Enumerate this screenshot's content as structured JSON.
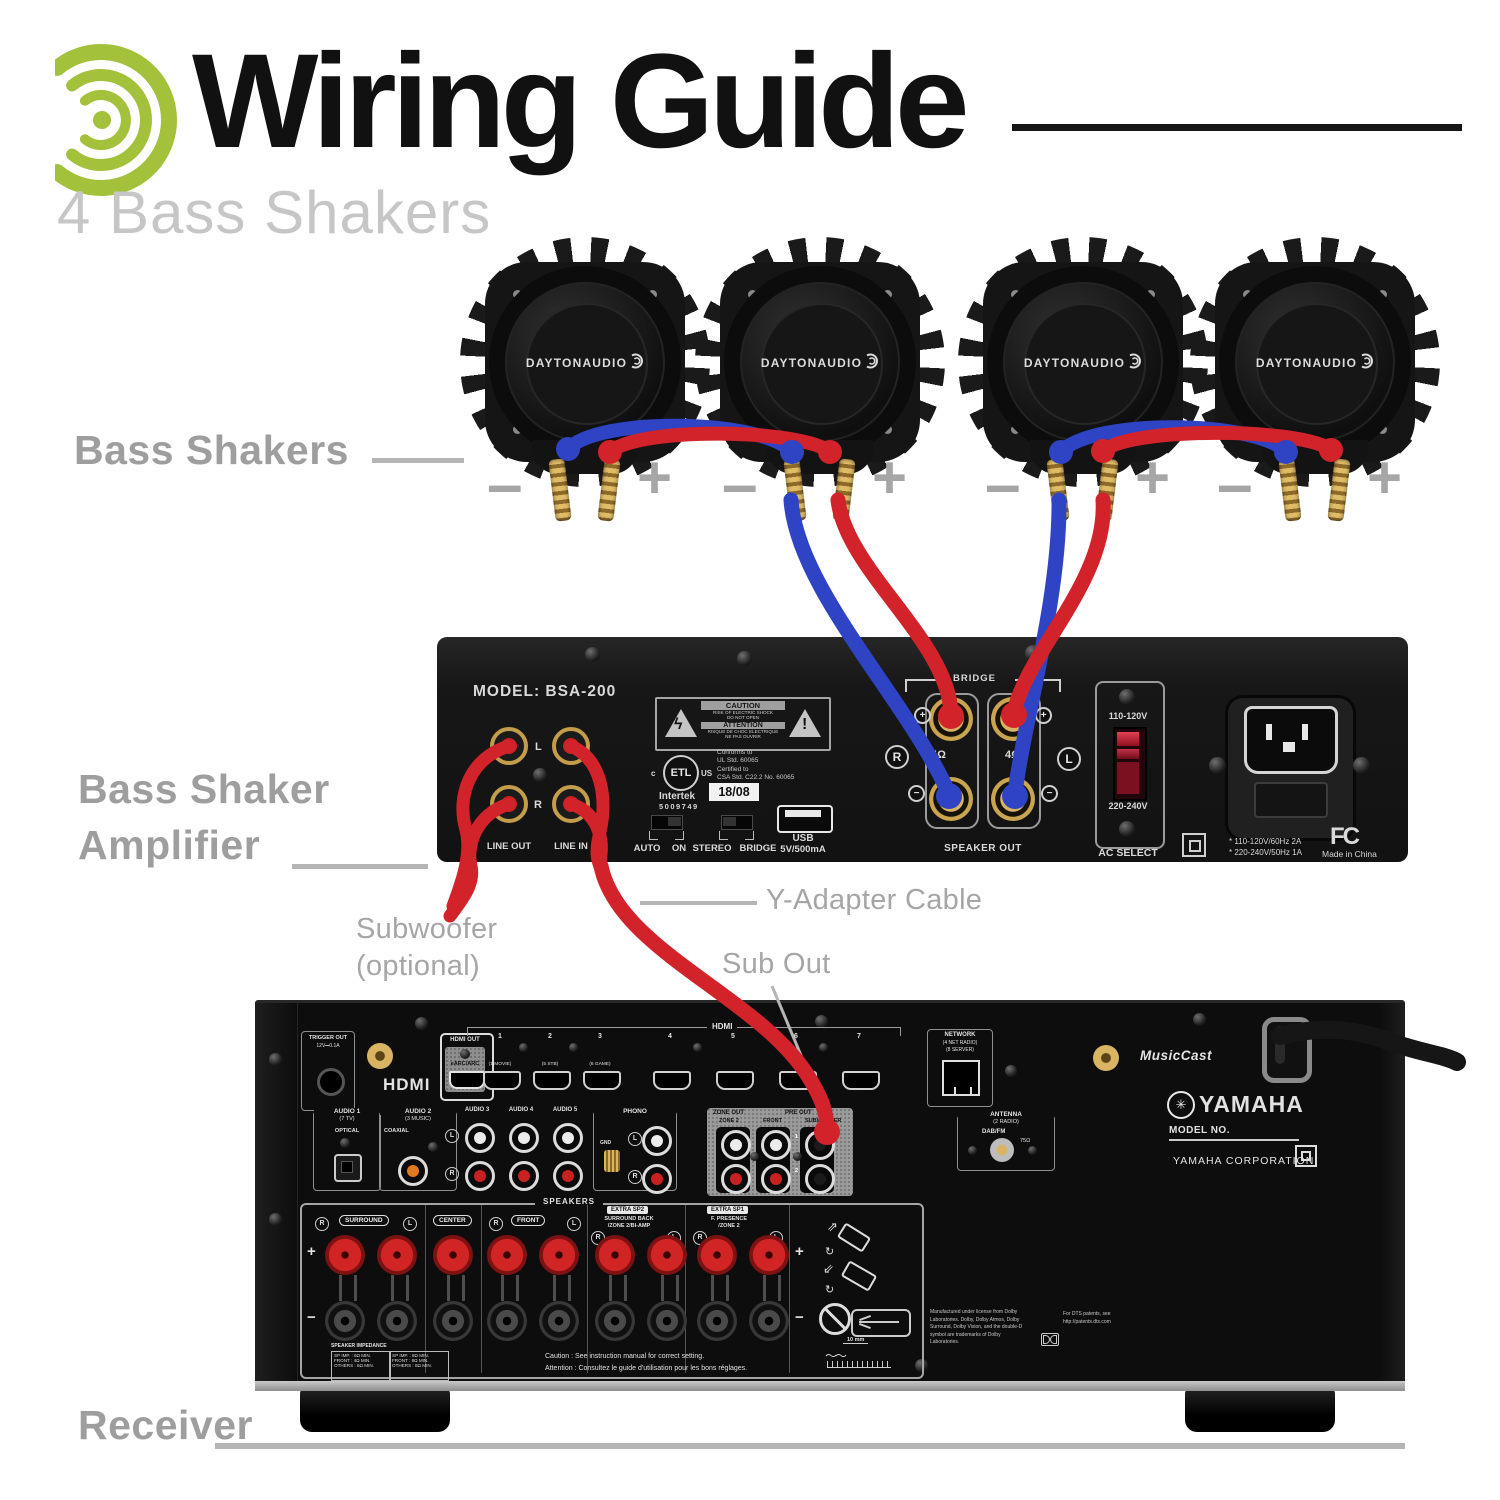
{
  "page": {
    "bg": "#ffffff",
    "accent_green": "#a3c13a",
    "wire_red": "#d2232a",
    "wire_blue": "#2e44c4",
    "label_gray": "#9e9e9e"
  },
  "header": {
    "title": "Wiring Guide",
    "subtitle": "4 Bass Shakers"
  },
  "side_labels": {
    "bass_shakers": "Bass Shakers",
    "amplifier_line1": "Bass Shaker",
    "amplifier_line2": "Amplifier",
    "receiver": "Receiver"
  },
  "annotations": {
    "subwoofer_line1": "Subwoofer",
    "subwoofer_line2": "(optional)",
    "y_adapter": "Y-Adapter Cable",
    "sub_out": "Sub Out"
  },
  "shaker": {
    "brand": "DAYTONAUDIO",
    "minus": "–",
    "plus": "+"
  },
  "amplifier": {
    "model": "MODEL: BSA-200",
    "caution_title": "CAUTION",
    "caution_line1": "RISK OF ELECTRIC SHOCK",
    "caution_line2": "DO NOT OPEN",
    "attention_title": "ATTENTION",
    "attention_line1": "RISQUE DE CHOC ELECTRIQUE",
    "attention_line2": "NE PAS OUVRIR",
    "etl": {
      "c": "c",
      "us": "US",
      "mark": "ETL",
      "name": "Intertek",
      "number": "5009749"
    },
    "conforms": [
      "Conforms to",
      "UL Std. 60065",
      "Certified to",
      "CSA Std. C22.2 No. 60065"
    ],
    "date_code": "18/08",
    "switch_labels": [
      "AUTO",
      "ON",
      "STEREO",
      "BRIDGE"
    ],
    "usb_label": "USB",
    "usb_spec": "5V/500mA",
    "jack_l": "L",
    "jack_r": "R",
    "line_out": "LINE OUT",
    "line_in": "LINE IN",
    "bridge": "BRIDGE",
    "ohm": "4Ω",
    "ch_r": "R",
    "ch_l": "L",
    "plus": "+",
    "minus": "−",
    "speaker_out": "SPEAKER OUT",
    "ac": {
      "v110": "110-120V",
      "v220": "220-240V",
      "label": "AC SELECT"
    },
    "ratings": [
      "* 110-120V/60Hz 2A",
      "* 220-240V/50Hz 1A"
    ],
    "fcc": "FC",
    "made_in": "Made in China"
  },
  "receiver": {
    "trigger": {
      "label": "TRIGGER OUT",
      "spec": "12V⎓0.1A"
    },
    "hdmi_logo": "HDMI",
    "hdmi_out": {
      "label": "HDMI OUT",
      "earc": "eARC/ARC"
    },
    "hdmi_group": "HDMI",
    "hdmi_ports": [
      "1",
      "2",
      "3",
      "4",
      "5",
      "6",
      "7"
    ],
    "hdmi_scenes": [
      "(1 MOVIE)",
      "(5 STB)",
      "(6 GAME)"
    ],
    "network": [
      "NETWORK",
      "(4 NET RADIO)",
      "(8 SERVER)"
    ],
    "musiccast": "MusicCast",
    "audio1": [
      "AUDIO 1",
      "(7 TV)",
      "OPTICAL"
    ],
    "audio2": [
      "AUDIO 2",
      "(3 MUSIC)",
      "COAXIAL"
    ],
    "audio3": "AUDIO 3",
    "audio4": "AUDIO 4",
    "audio5": "AUDIO 5",
    "phono": {
      "label": "PHONO",
      "gnd": "GND"
    },
    "zone_out": [
      "ZONE OUT",
      "ZONE 2"
    ],
    "pre_out": {
      "label": "PRE OUT",
      "front": "FRONT",
      "subwoofer": "SUBWOOFER",
      "n1": "1",
      "n2": "2"
    },
    "antenna": [
      "ANTENNA",
      "(2 RADIO)",
      "DAB/FM",
      "75Ω"
    ],
    "brand": {
      "yamaha": "YAMAHA",
      "model_no": "MODEL NO.",
      "corporation": "YAMAHA CORPORATION"
    },
    "speakers": {
      "title": "SPEAKERS",
      "surround": "SURROUND",
      "center": "CENTER",
      "front": "FRONT",
      "extra_sp2": "EXTRA SP2",
      "sp2_line1": "SURROUND BACK",
      "sp2_line2": "/ZONE 2/BI-AMP",
      "extra_sp1": "EXTRA SP1",
      "sp1_line1": "F. PRESENCE",
      "sp1_line2": "/ZONE 2",
      "r": "R",
      "l": "L",
      "plus": "+",
      "minus": "−"
    },
    "impedance": {
      "title": "SPEAKER IMPEDANCE",
      "a": [
        "SP IMP. : 6Ω MIN.",
        "FRONT : 4Ω MIN.",
        "OTHERS : 6Ω MIN."
      ],
      "b": [
        "SP IMP. : 8Ω MIN.",
        "FRONT : 8Ω MIN.",
        "OTHERS : 8Ω MIN."
      ]
    },
    "caution": "Caution : See instruction manual for correct setting.",
    "attention": "Attention : Consultez le guide d'utilisation pour les bons réglages.",
    "strip": "10 mm",
    "dolby": "Manufactured under license from Dolby Laboratories. Dolby, Dolby Atmos, Dolby Surround, Dolby Vision, and the double-D symbol are trademarks of Dolby Laboratories.",
    "dts": "For DTS patents, see http://patents.dts.com"
  }
}
